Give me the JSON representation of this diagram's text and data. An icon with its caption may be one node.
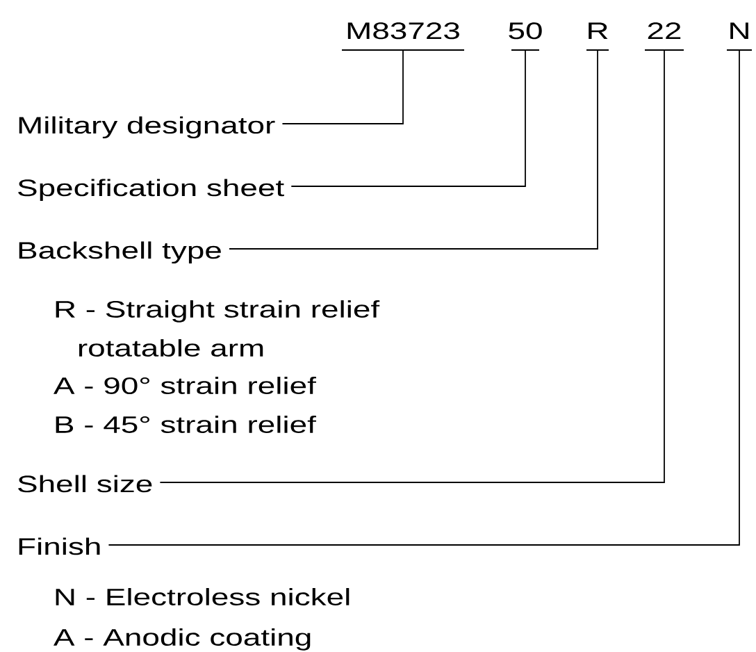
{
  "diagram": {
    "nodes": [
      {
        "text": [
          "M83723"
        ]
      },
      {
        "text": [
          "50"
        ]
      },
      {
        "text": [
          "R"
        ]
      },
      {
        "text": [
          "22"
        ]
      },
      {
        "text": [
          "N"
        ]
      },
      {
        "text": [
          "Military designator"
        ]
      },
      {
        "text": [
          "Specification sheet"
        ]
      },
      {
        "text": [
          "Backshell type"
        ],
        "beside": [
          "R - Straight strain relief rotatable arm",
          "A - 90° strain relief",
          "B - 45° strain relief"
        ]
      },
      {
        "text": [
          "Shell size"
        ]
      },
      {
        "text": [
          "Finish"
        ],
        "beside": [
          "N - Electroless nickel",
          "A - Anodic coating"
        ]
      }
    ],
    "edges": [
      {
        "from": 5,
        "to": 0,
        "arrow": "none"
      },
      {
        "from": 6,
        "to": 1,
        "arrow": "none"
      },
      {
        "from": 7,
        "to": 2,
        "arrow": "none"
      },
      {
        "from": 8,
        "to": 3,
        "arrow": "none"
      },
      {
        "from": 9,
        "to": 4,
        "arrow": "none"
      }
    ]
  }
}
